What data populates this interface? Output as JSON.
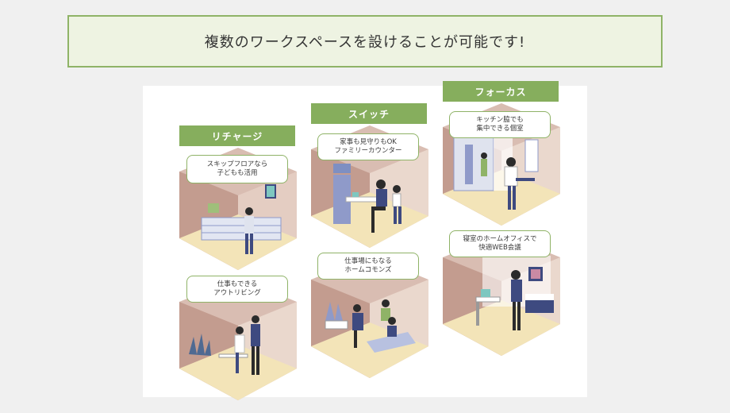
{
  "header": {
    "title": "複数のワークスペースを設けることが可能です!"
  },
  "columns": [
    {
      "label": "リチャージ"
    },
    {
      "label": "スイッチ"
    },
    {
      "label": "フォーカス"
    }
  ],
  "rooms": [
    {
      "line1": "スキップフロアなら",
      "line2": "子どもも活用"
    },
    {
      "line1": "仕事もできる",
      "line2": "アウトリビング"
    },
    {
      "line1": "家事も見守りもOK",
      "line2": "ファミリーカウンター"
    },
    {
      "line1": "仕事場にもなる",
      "line2": "ホームコモンズ"
    },
    {
      "line1": "キッチン脇でも",
      "line2": "集中できる個室"
    },
    {
      "line1": "寝室のホームオフィスで",
      "line2": "快適WEB会議"
    }
  ],
  "colors": {
    "accent": "#86ae5d",
    "banner_bg": "#eef3e2",
    "wall": "#c9a59a",
    "floor": "#f3e4b8",
    "navy": "#3e4a80"
  }
}
